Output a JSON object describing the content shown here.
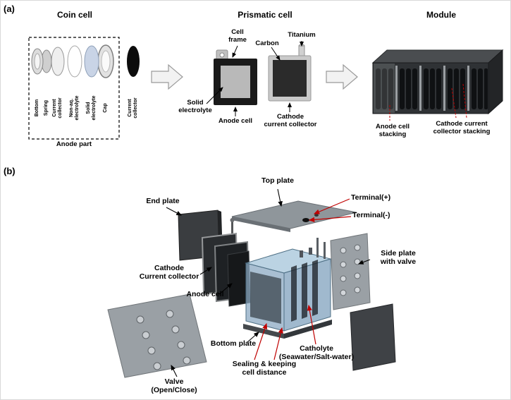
{
  "panel_a": {
    "tag": "(a)",
    "coin": {
      "title": "Coin cell",
      "parts": [
        "Bottom",
        "Spring",
        "Current\ncollector",
        "Non-aq.\nelectrolyte",
        "Solid\nelectrolyte",
        "Cap",
        "Current\ncollector"
      ],
      "group": "Anode part"
    },
    "prismatic": {
      "title": "Prismatic cell",
      "cell_frame": "Cell\nframe",
      "titanium": "Titanium",
      "carbon": "Carbon",
      "solid_electrolyte": "Solid\nelectrolyte",
      "anode_cell": "Anode cell",
      "cathode_cc": "Cathode\ncurrent collector"
    },
    "module": {
      "title": "Module",
      "anode_stacking": "Anode cell\nstacking",
      "cathode_stacking": "Cathode current\ncollector stacking"
    }
  },
  "panel_b": {
    "tag": "(b)",
    "labels": {
      "top_plate": "Top plate",
      "end_plate": "End plate",
      "terminal_plus": "Terminal(+)",
      "terminal_minus": "Terminal(-)",
      "side_plate": "Side plate\nwith valve",
      "cathode_cc": "Cathode\nCurrent collector",
      "anode_cell": "Anode cell",
      "bottom_plate": "Bottom plate",
      "sealing": "Sealing & keeping\ncell distance",
      "catholyte": "Catholyte\n(Seawater/Salt-water)",
      "valve": "Valve\n(Open/Close)"
    }
  },
  "colors": {
    "leader_red": "#c00000",
    "leader_black": "#000000"
  }
}
